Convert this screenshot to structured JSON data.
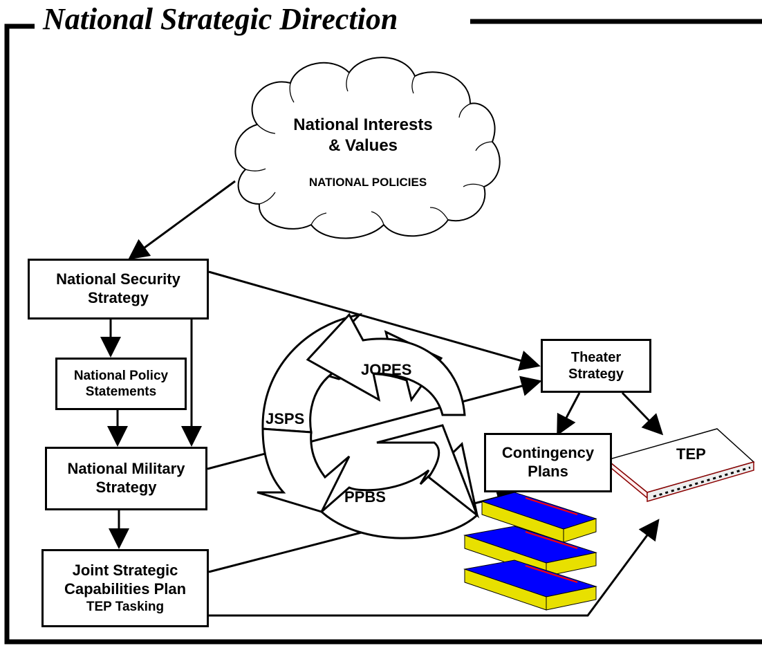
{
  "title": "National Strategic Direction",
  "cloud": {
    "line1": "National Interests",
    "line2": "& Values",
    "policies": "NATIONAL POLICIES"
  },
  "boxes": {
    "nss": {
      "line1": "National Security",
      "line2": "Strategy"
    },
    "nps": {
      "line1": "National Policy",
      "line2": "Statements"
    },
    "nms": {
      "line1": "National Military",
      "line2": "Strategy"
    },
    "jscp": {
      "line1": "Joint Strategic",
      "line2": "Capabilities Plan",
      "line3": "TEP Tasking"
    },
    "theater": {
      "line1": "Theater",
      "line2": "Strategy"
    },
    "contingency": {
      "line1": "Contingency",
      "line2": "Plans"
    }
  },
  "cycle": {
    "jopes": "JOPES",
    "jsps": "JSPS",
    "ppbs": "PPBS"
  },
  "tep_book": {
    "label": "TEP"
  },
  "colors": {
    "book_blue": "#0000ff",
    "book_red": "#ff0000",
    "book_pages": "#e8e000",
    "tep_spine": "#8b0000"
  }
}
